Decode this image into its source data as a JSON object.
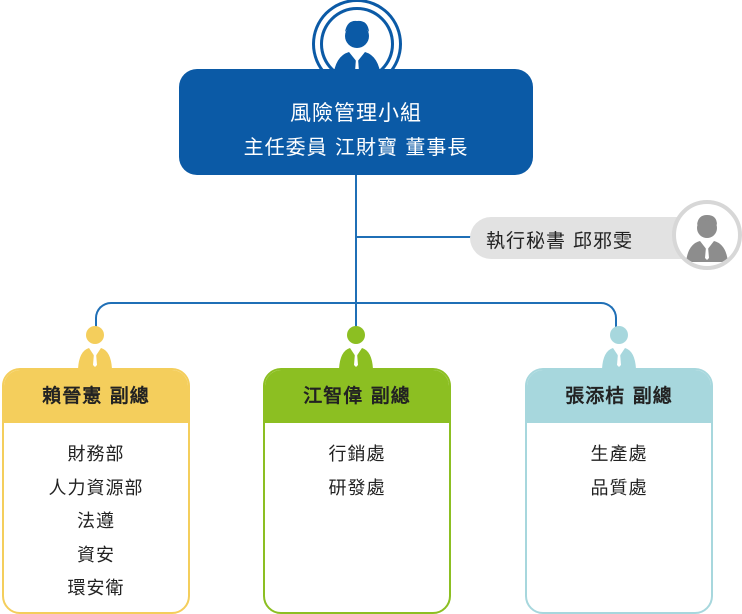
{
  "head": {
    "title": "風險管理小組",
    "subtitle": "主任委員  江財寶  董事長"
  },
  "secretary": {
    "label": "執行秘書  邱邪雯"
  },
  "divisions": [
    {
      "name": "賴晉憲 副總",
      "color": "#f4ce5c",
      "units": [
        "財務部",
        "人力資源部",
        "法遵",
        "資安",
        "環安衛"
      ]
    },
    {
      "name": "江智偉 副總",
      "color": "#8cbf22",
      "units": [
        "行銷處",
        "研發處"
      ]
    },
    {
      "name": "張添桔 副總",
      "color": "#a7d7dd",
      "units": [
        "生產處",
        "品質處"
      ]
    }
  ],
  "colors": {
    "primary": "#0b5aa6",
    "line": "#1f6fb6",
    "secretary_bg": "#e2e2e2"
  },
  "icons": {
    "chair": "person-icon",
    "secretary": "person-icon"
  }
}
